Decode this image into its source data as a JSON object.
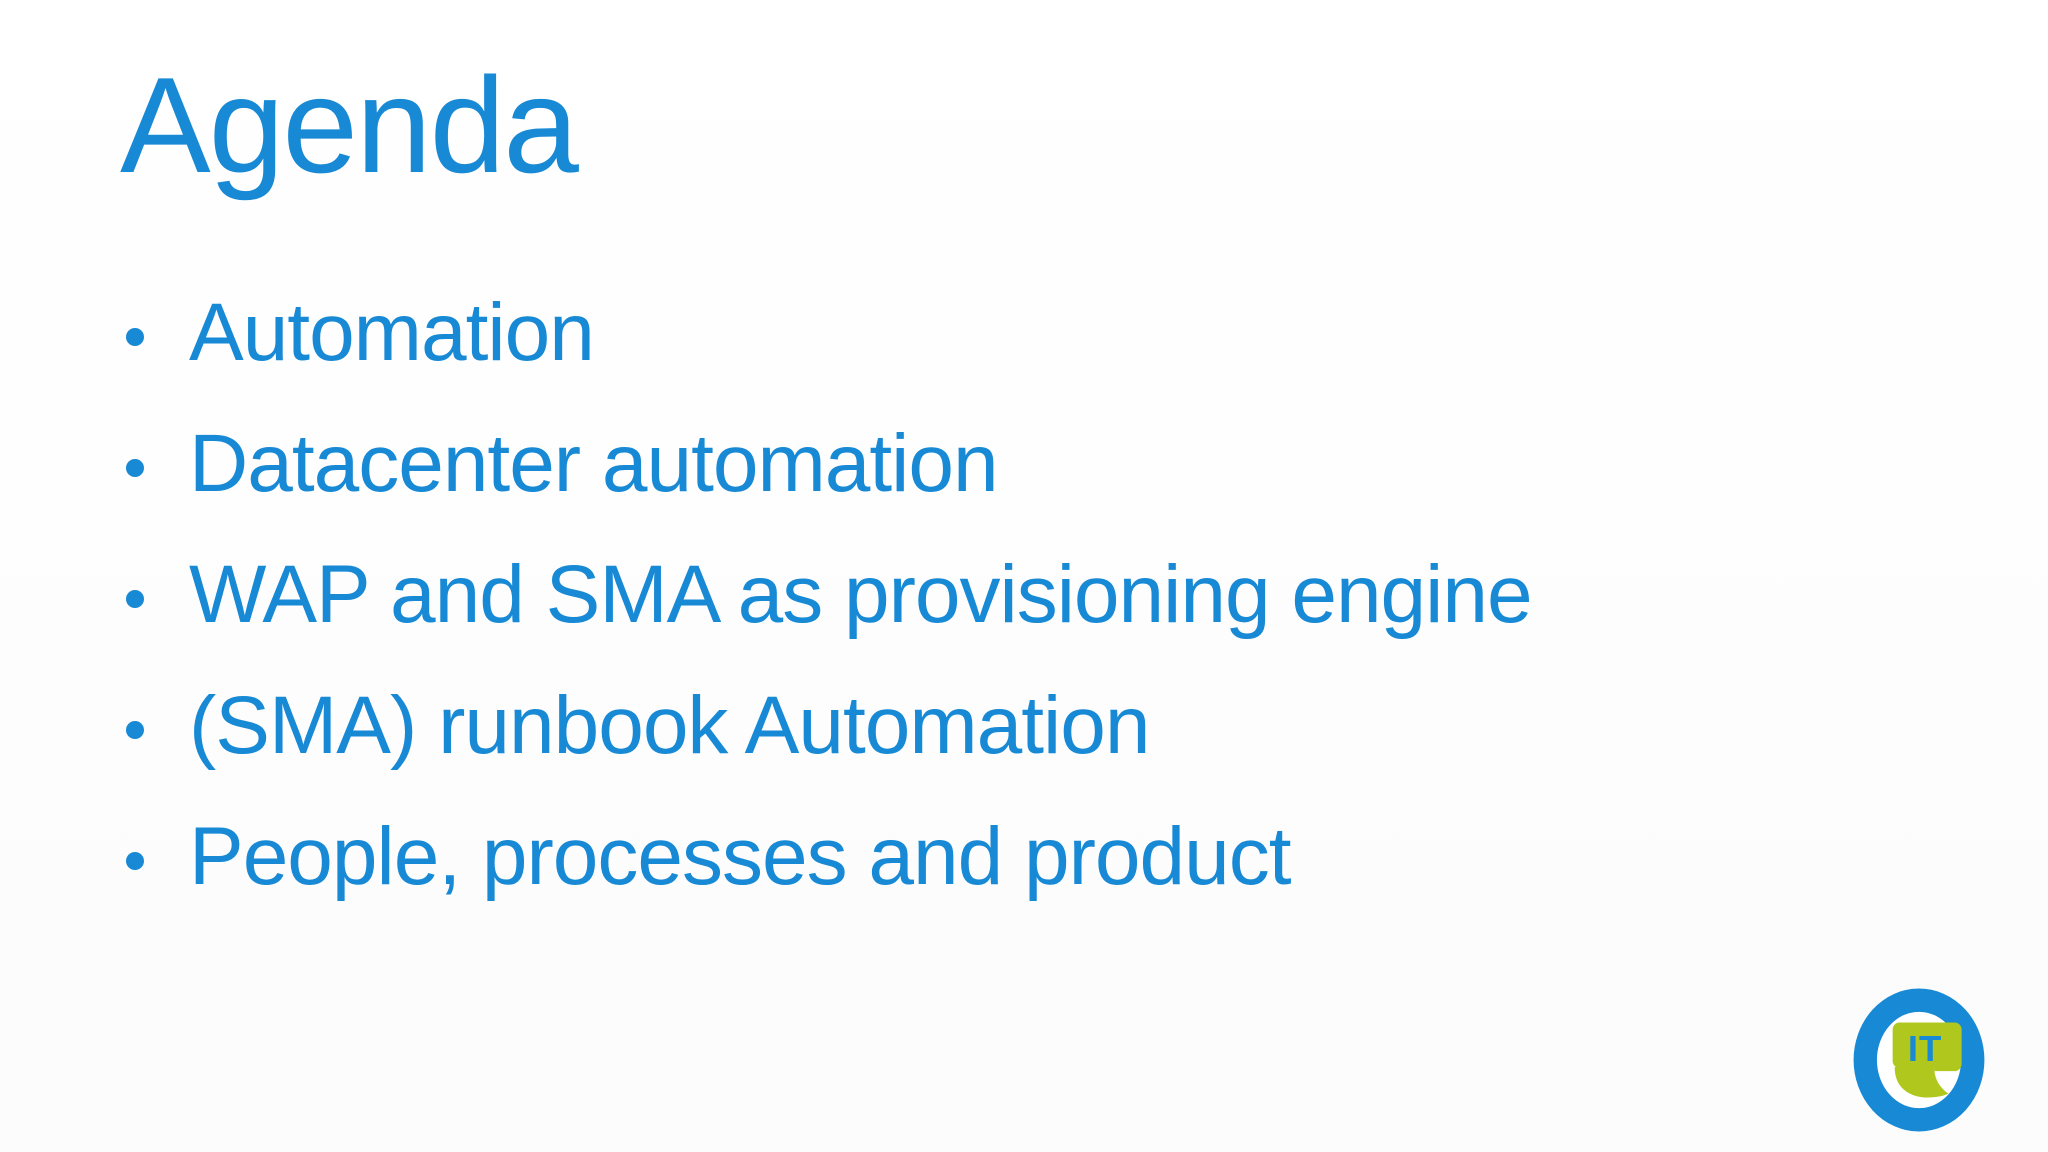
{
  "slide": {
    "title": "Agenda",
    "bullets": [
      "Automation",
      "Datacenter automation",
      "WAP and SMA as provisioning engine",
      "(SMA) runbook Automation",
      "People, processes and product"
    ],
    "logo": {
      "text": "IT",
      "name": "ITQ company logo"
    },
    "colors": {
      "text_blue": "#1789d5",
      "logo_blue": "#1789d5",
      "logo_green": "#b0c81e",
      "background": "#fdfdfd"
    }
  }
}
